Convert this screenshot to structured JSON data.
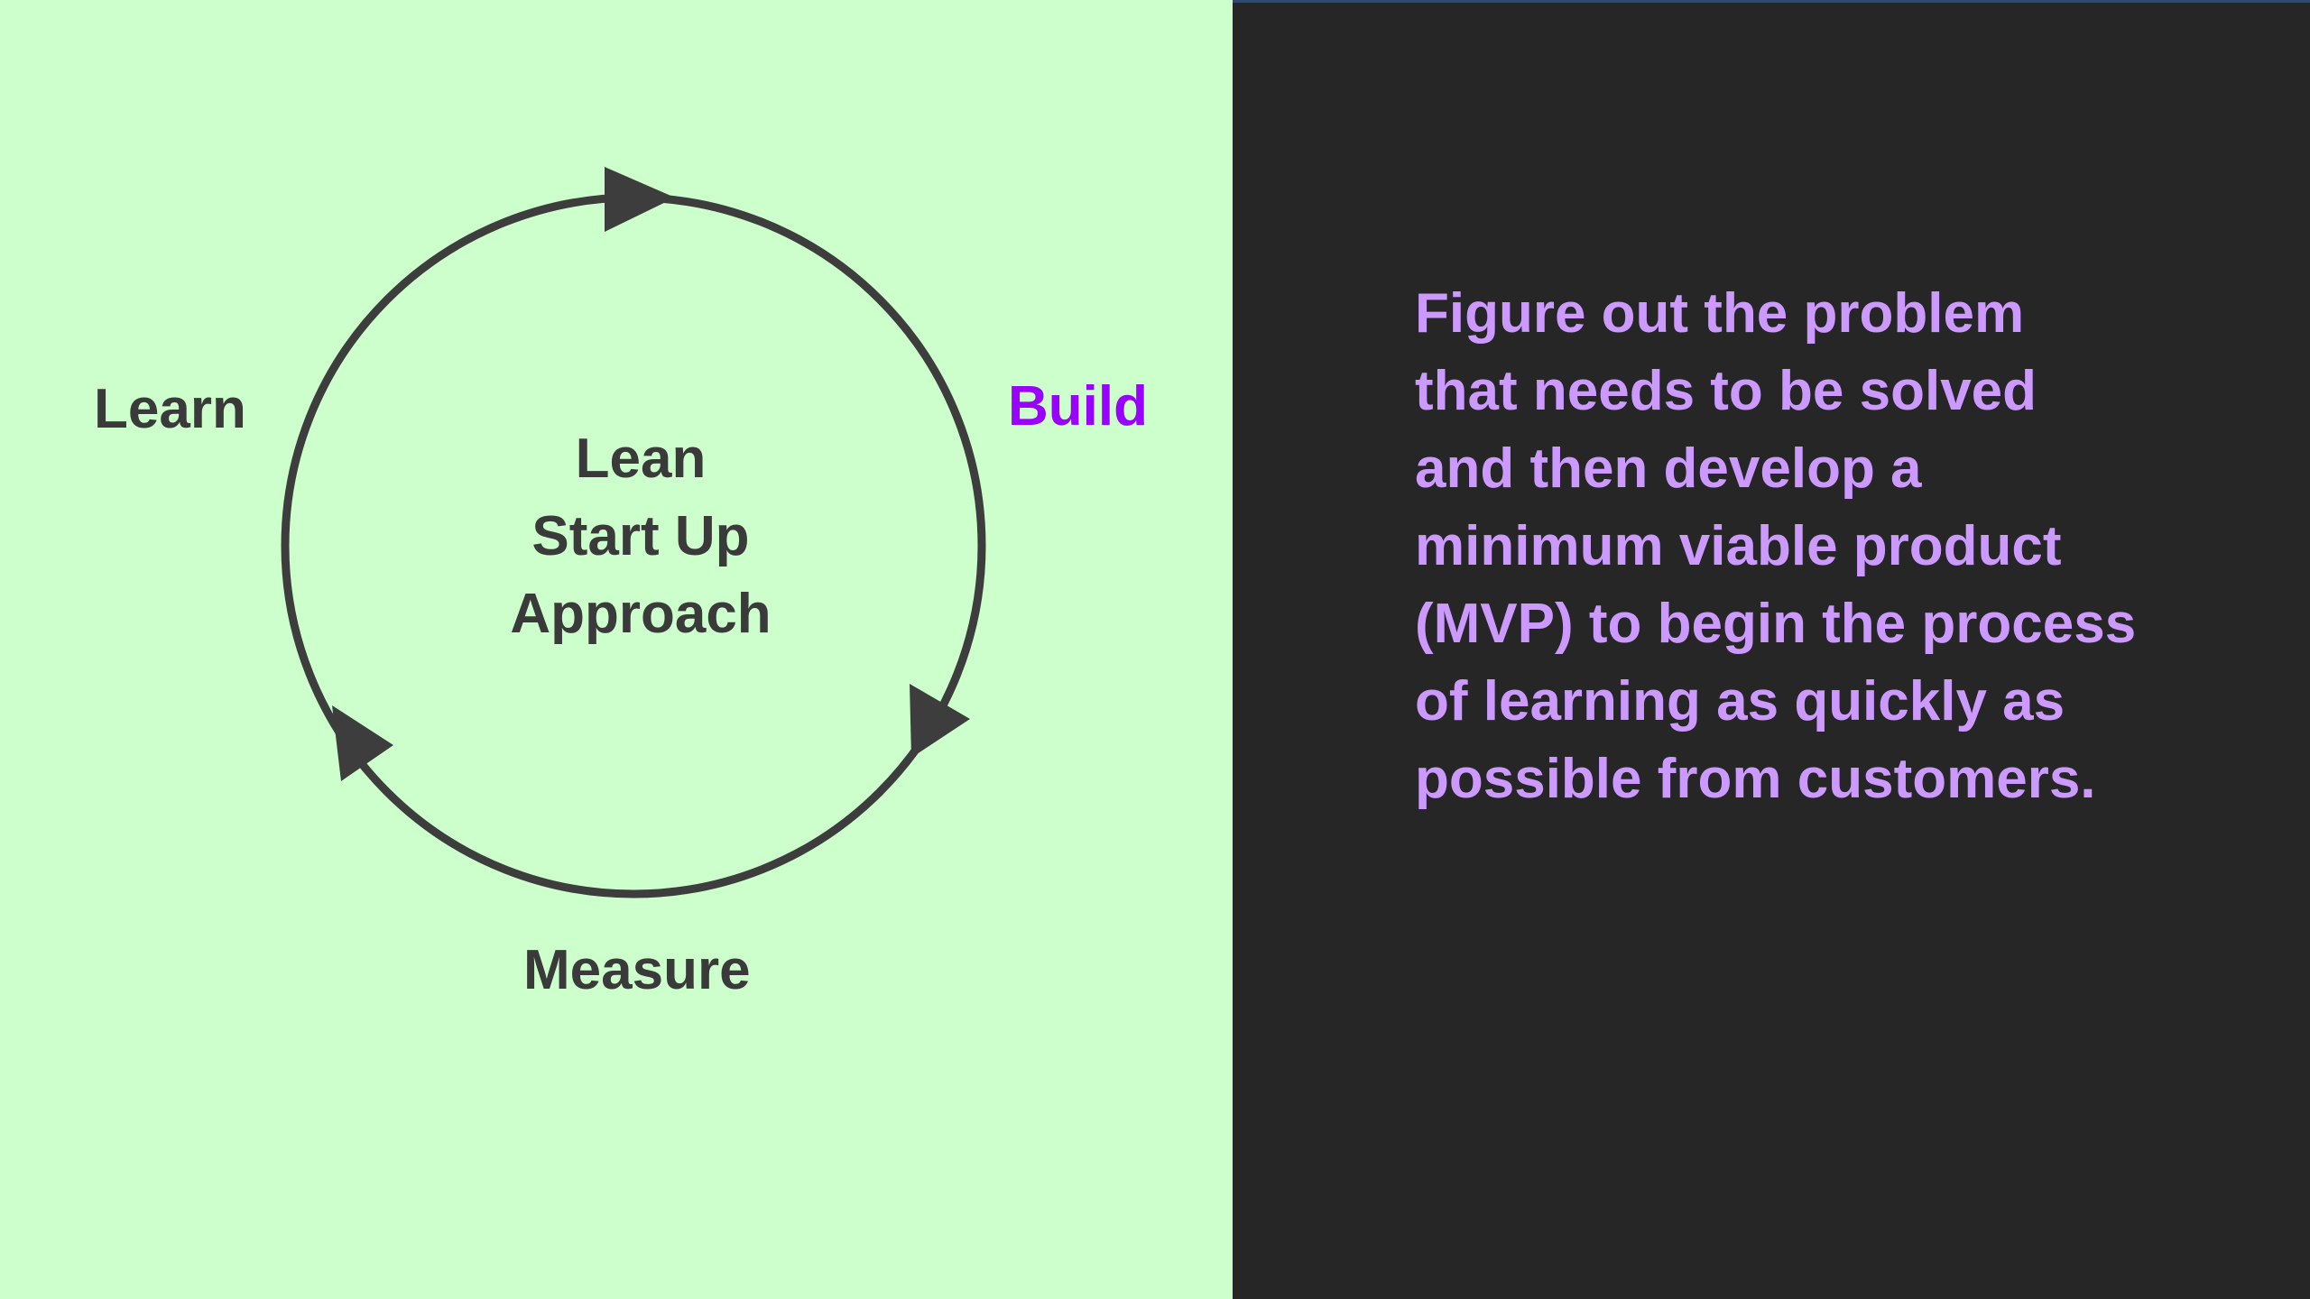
{
  "diagram": {
    "center_title_lines": [
      "Lean",
      "Start Up",
      "Approach"
    ],
    "stages": {
      "learn": "Learn",
      "build": "Build",
      "measure": "Measure"
    },
    "active_stage": "build"
  },
  "description": {
    "lines": [
      "Figure out the problem",
      "that needs to be solved",
      "and then develop a",
      "minimum viable product",
      "(MVP) to begin the process",
      "of learning as quickly as",
      "possible from customers."
    ]
  },
  "colors": {
    "left_background": "#ccffcc",
    "right_background": "#262626",
    "diagram_stroke": "#3d3d3d",
    "label_text": "#3a3a3a",
    "active_label": "#9900ff",
    "description_text": "#cc99ff"
  }
}
